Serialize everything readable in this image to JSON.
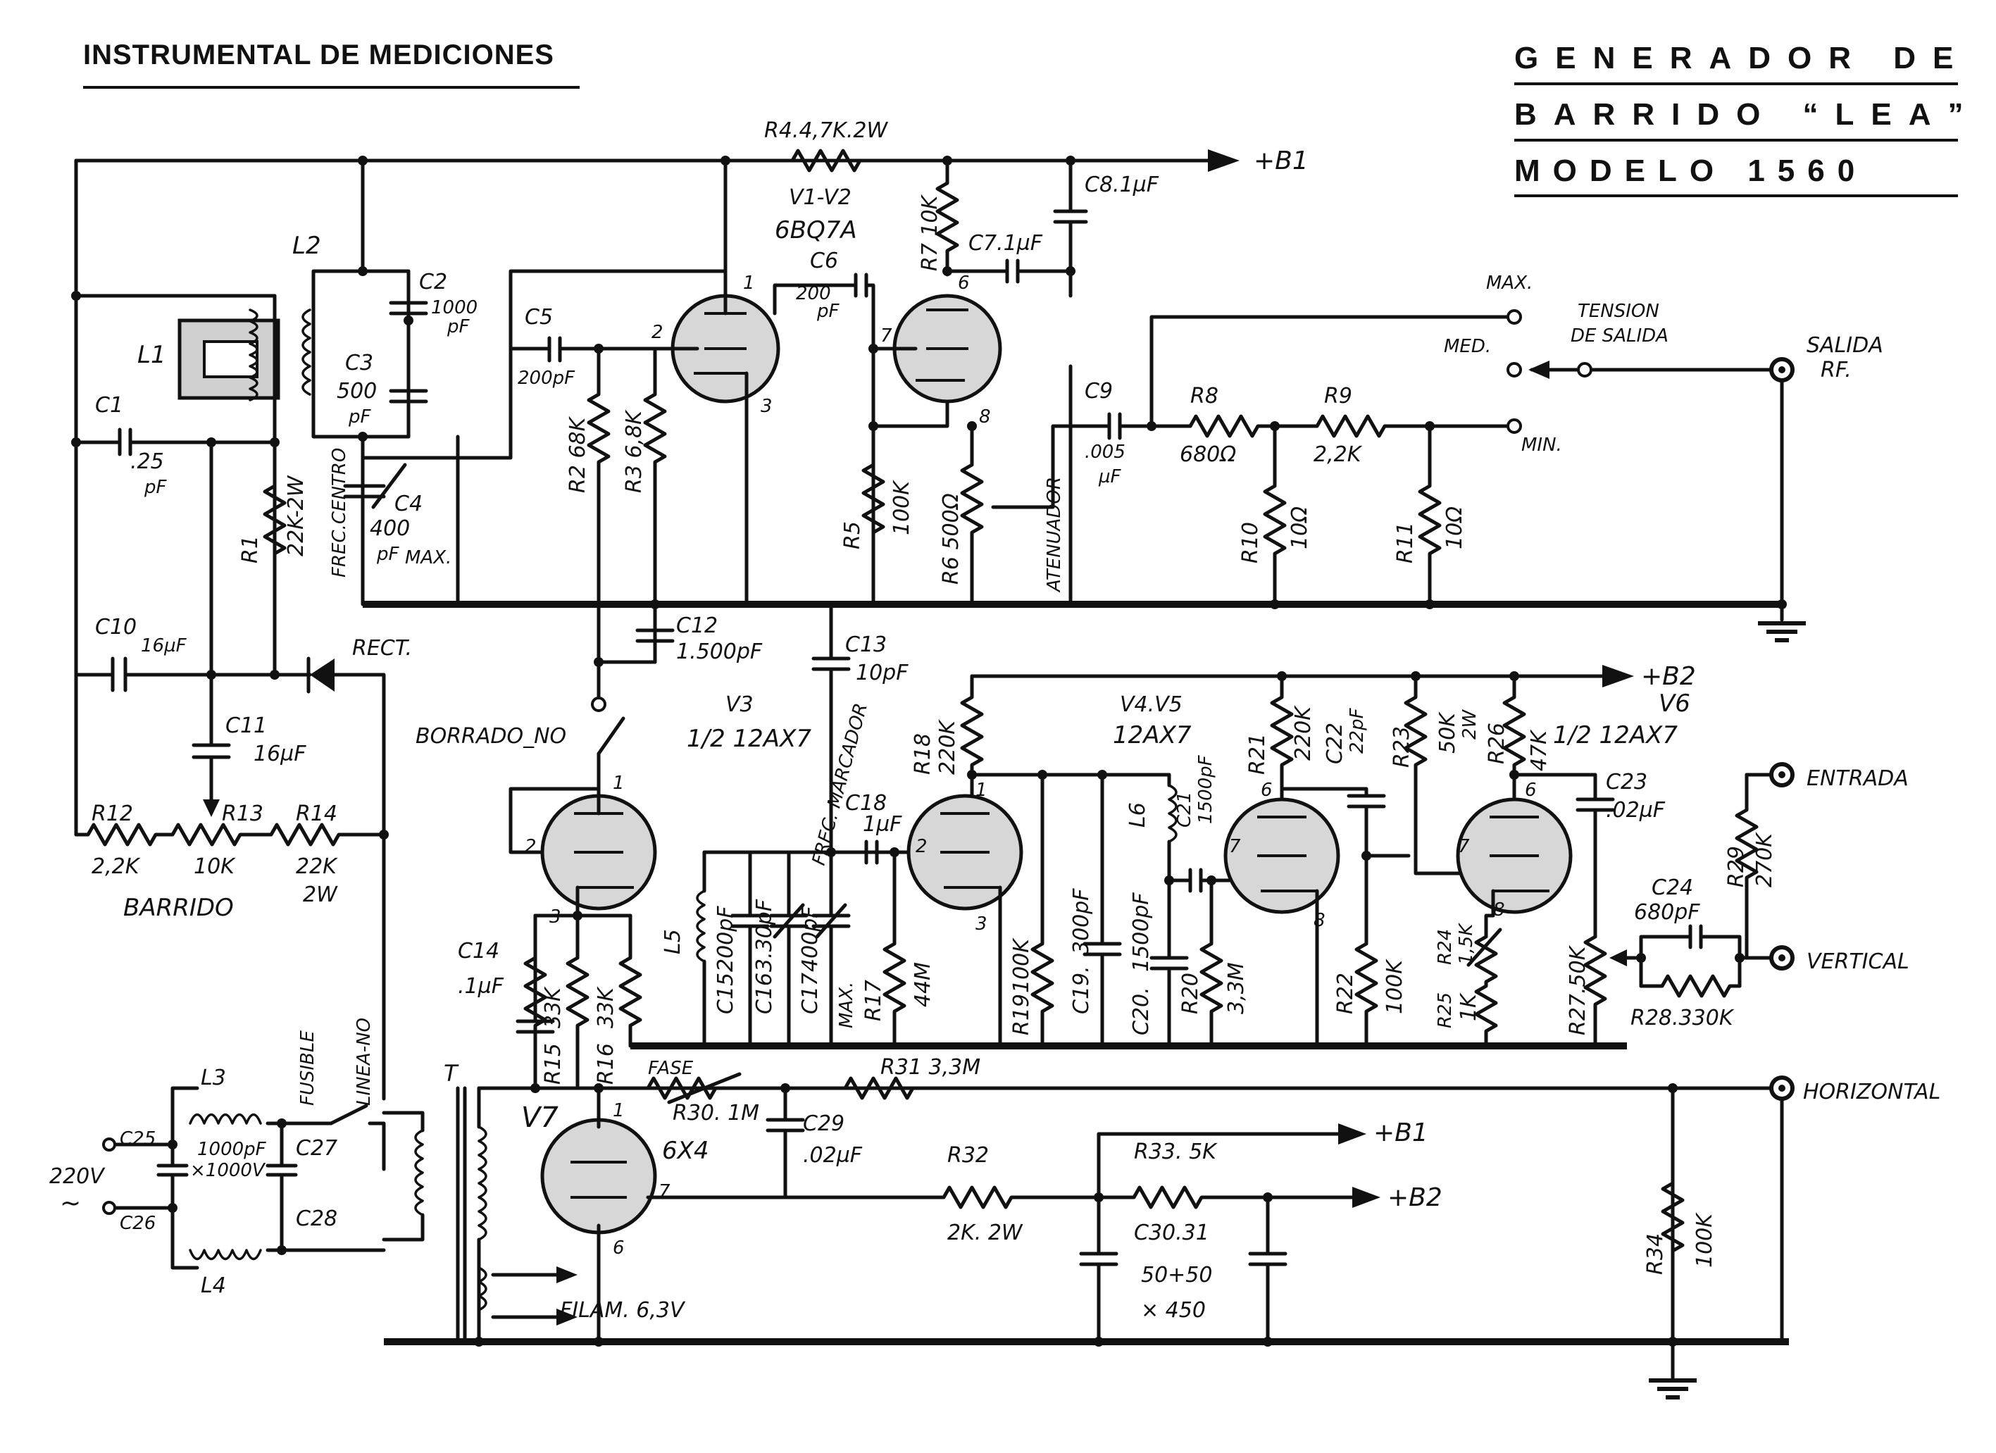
{
  "header": {
    "left": "INSTRUMENTAL DE MEDICIONES",
    "title_line1": "GENERADOR DE",
    "title_line2": "BARRIDO “LEA”",
    "title_line3": "MODELO 1560"
  },
  "components": {
    "r4": "R4.4,7K.2W",
    "b1": "+B1",
    "b2": "+B2",
    "v1v2": "V1-V2",
    "v1v2_type": "6BQ7A",
    "c6": "C6",
    "c6_val": "200",
    "c6_unit": "pF",
    "r7": "R7 10K",
    "c7": "C7.1µF",
    "c8": "C8.1µF",
    "l1": "L1",
    "l2": "L2",
    "c2": "C2",
    "c2_val": "1000",
    "c2_unit": "pF",
    "c3": "C3",
    "c3_val": "500",
    "c3_unit": "pF",
    "c4": "C4",
    "c4_val": "400",
    "c4_unit": "pF",
    "c4_max": "MAX.",
    "frec_centro": "FREC.CENTRO",
    "c5": "C5",
    "c5_val": "200pF",
    "r2": "R2 68K",
    "r3": "R3 6,8K",
    "c1": "C1",
    "c1_val": ".25",
    "c1_unit": "pF",
    "r1": "R1",
    "r1_val": "22K-2W",
    "r5": "R5",
    "r5_val": "100K",
    "r6": "R6 500Ω",
    "atenuador": "ATENUADOR",
    "c9": "C9",
    "c9_val": ".005",
    "c9_unit": "µF",
    "r8": "R8",
    "r8_val": "680Ω",
    "r9": "R9",
    "r9_val": "2,2K",
    "r10": "R10",
    "r10_val": "10Ω",
    "r11": "R11",
    "r11_val": "10Ω",
    "max": "MAX.",
    "med": "MED.",
    "min": "MIN.",
    "tension_1": "TENSION",
    "tension_2": "DE SALIDA",
    "salida_1": "SALIDA",
    "salida_2": "RF.",
    "c10": "C10",
    "c10_val": "16µF",
    "rect": "RECT.",
    "c11": "C11",
    "c11_val": "16µF",
    "c12": "C12",
    "c12_val": "1.500pF",
    "c13": "C13",
    "c13_val": "10pF",
    "borrado": "BORRADO_NO",
    "v3": "V3",
    "v3_type": "1/2 12AX7",
    "r12": "R12",
    "r12_val": "2,2K",
    "r13": "R13",
    "r13_val": "10K",
    "r14": "R14",
    "r14_val": "22K",
    "r14_w": "2W",
    "barrido": "BARRIDO",
    "frec_marcador": "FREC. MARCADOR",
    "c18": "C18",
    "c18_val": "1µF",
    "r18": "R18",
    "r18_val": "220K",
    "v4v5": "V4.V5",
    "v4v5_type": "12AX7",
    "r21": "R21",
    "r21_val": "220K",
    "c22": "C22",
    "c22_val": "22pF",
    "r23": "R23",
    "r23_val": "50K",
    "r23_w": "2W",
    "r26": "R26",
    "r26_val": "47K",
    "v6_half": "1/2 12AX7",
    "v6": "V6",
    "c23": "C23",
    "c23_val": ".02µF",
    "entrada": "ENTRADA",
    "r29": "R29",
    "r29_val": "270K",
    "c24": "C24",
    "c24_val": "680pF",
    "vertical": "VERTICAL",
    "r28": "R28.330K",
    "r27": "R27.50K",
    "r24": "R24",
    "r24_val": "1,5K",
    "r25": "R25",
    "r25_val": "1K",
    "r22": "R22",
    "r22_val": "100K",
    "r20": "R20",
    "r20_val": "3,3M",
    "c21": "C21",
    "c21_val": "1500pF",
    "l6": "L6",
    "c20": "C20.",
    "c20_val": "1500pF",
    "c19": "C19.",
    "c19_val": "300pF",
    "r19": "R19",
    "r19_val": "100K",
    "r17": "R17",
    "r17_val": "44M",
    "max2": "MAX.",
    "c17": "C17",
    "c17_val": "400pF",
    "c16": "C16",
    "c16_val": "3.30pF",
    "c15": "C15",
    "c15_val": "200pF",
    "l5": "L5",
    "c14": "C14",
    "c14_val": ".1µF",
    "r15": "R15",
    "r15_val": "33K",
    "r16": "R16",
    "r16_val": "33K",
    "fase": "FASE",
    "r30": "R30. 1M",
    "r31": "R31 3,3M",
    "horizontal": "HORIZONTAL",
    "t": "T",
    "v7": "V7",
    "v7_type": "6X4",
    "c29": "C29",
    "c29_val": ".02µF",
    "r32": "R32",
    "r32_val": "2K. 2W",
    "r33": "R33. 5K",
    "c3031": "C30.31",
    "c3031_val": "50+50",
    "c3031_v": "× 450",
    "r34": "R34",
    "r34_val": "100K",
    "filam": "FILAM. 6,3V",
    "fusible": "FUSIBLE",
    "linea": "LINEA-NO",
    "l3": "L3",
    "l4": "L4",
    "c25": "C25",
    "c26": "C26",
    "c27": "C27",
    "c28": "C28",
    "c2526_val": "1000pF",
    "c2526_v": "×1000V",
    "mains": "220V",
    "mains_sym": "~"
  },
  "pins": {
    "p1": "1",
    "p2": "2",
    "p3": "3",
    "p6": "6",
    "p7": "7",
    "p8": "8"
  }
}
